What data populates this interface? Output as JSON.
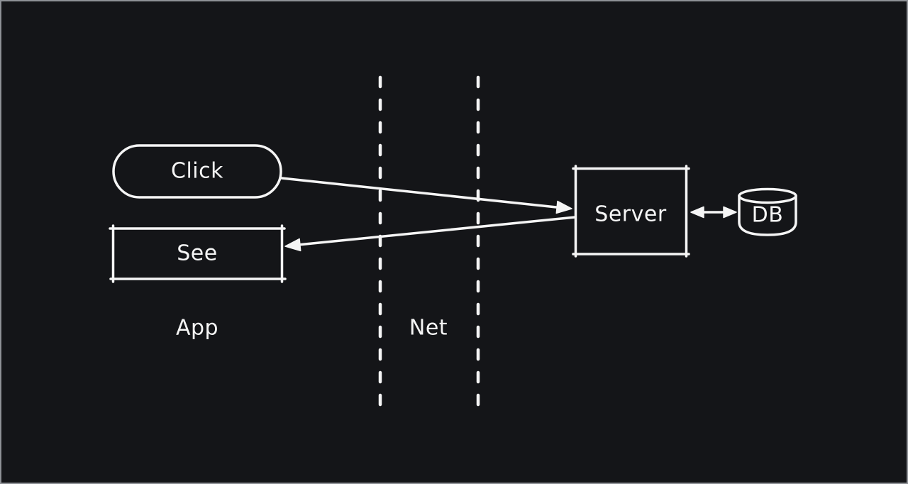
{
  "canvas": {
    "background_color": "#141518",
    "border_color": "#8e9196",
    "ink_color": "#f5f5f5"
  },
  "diagram": {
    "nodes": {
      "click": {
        "label": "Click",
        "shape": "pill"
      },
      "see": {
        "label": "See",
        "shape": "rectangle"
      },
      "server": {
        "label": "Server",
        "shape": "rectangle"
      },
      "db": {
        "label": "DB",
        "shape": "cylinder"
      }
    },
    "zone_labels": {
      "app": "App",
      "net": "Net"
    },
    "edges": [
      {
        "from": "Click",
        "to": "Server",
        "type": "arrow"
      },
      {
        "from": "Server",
        "to": "See",
        "type": "arrow"
      },
      {
        "from": "Server",
        "to": "DB",
        "type": "double-arrow"
      }
    ]
  }
}
